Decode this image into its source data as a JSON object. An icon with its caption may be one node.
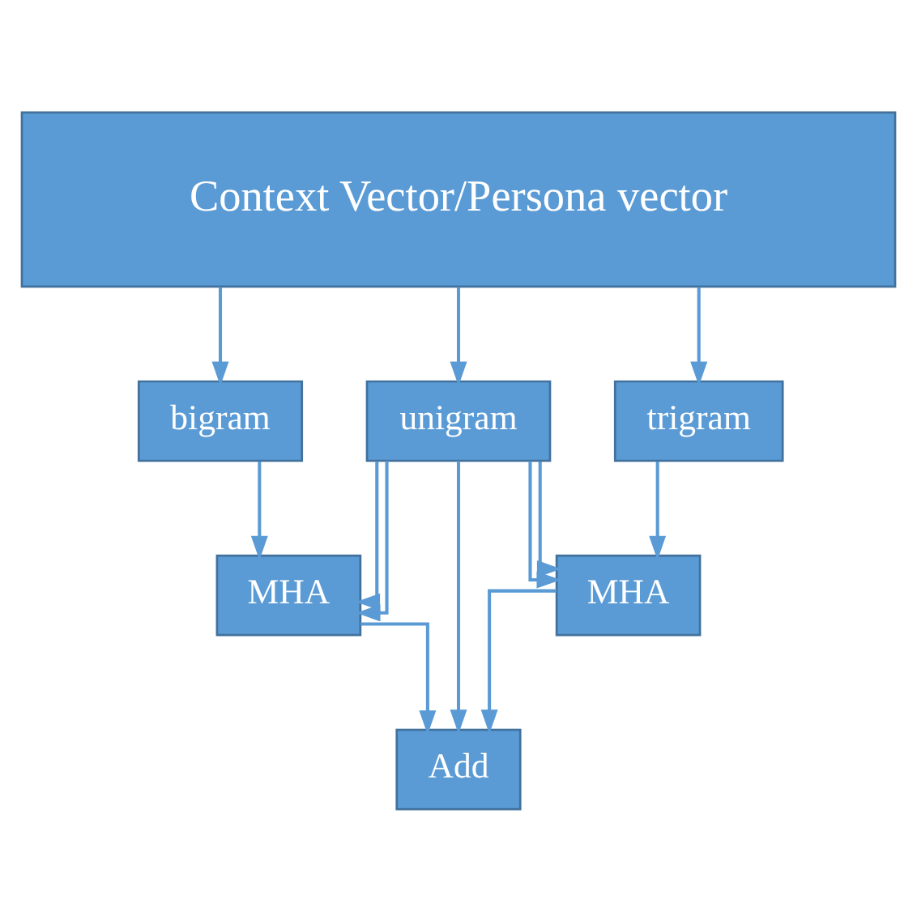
{
  "diagram": {
    "nodes": [
      {
        "text": [
          "Context Vector/Persona vector"
        ]
      },
      {
        "text": [
          "bigram"
        ]
      },
      {
        "text": [
          "unigram"
        ]
      },
      {
        "text": [
          "trigram"
        ]
      },
      {
        "text": [
          "MHA"
        ]
      },
      {
        "text": [
          "MHA"
        ]
      },
      {
        "text": [
          "Add"
        ]
      }
    ],
    "edges": [
      {
        "from": 0,
        "to": 1,
        "arrow": "to"
      },
      {
        "from": 0,
        "to": 2,
        "arrow": "to"
      },
      {
        "from": 0,
        "to": 3,
        "arrow": "to"
      },
      {
        "from": 1,
        "to": 4,
        "arrow": "to"
      },
      {
        "from": 2,
        "to": 4,
        "arrow": "to"
      },
      {
        "from": 2,
        "to": 4,
        "arrow": "to"
      },
      {
        "from": 2,
        "to": 5,
        "arrow": "to"
      },
      {
        "from": 2,
        "to": 5,
        "arrow": "to"
      },
      {
        "from": 3,
        "to": 5,
        "arrow": "to"
      },
      {
        "from": 2,
        "to": 6,
        "arrow": "to"
      },
      {
        "from": 4,
        "to": 6,
        "arrow": "to"
      },
      {
        "from": 5,
        "to": 6,
        "arrow": "to"
      }
    ]
  }
}
